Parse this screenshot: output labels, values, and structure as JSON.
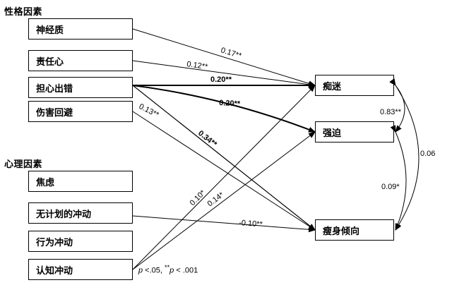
{
  "groups": {
    "personality": "性格因素",
    "psychological": "心理因素"
  },
  "predictors": {
    "neuroticism": "神经质",
    "responsibility": "责任心",
    "fear_of_mistakes": "担心出错",
    "harm_avoidance": "伤害回避",
    "anxiety": "焦虑",
    "unplanned_impulse": "无计划的冲动",
    "behavioral_impulse": "行为冲动",
    "cognitive_impulse": "认知冲动"
  },
  "outcomes": {
    "obsession": "痴迷",
    "compulsion": "强迫",
    "thinness": "瘦身倾向"
  },
  "coefficients": {
    "neuroticism_obsession": "0.17**",
    "responsibility_obsession": "0.12**",
    "fear_obsession": "0.20**",
    "fear_compulsion": "0.20**",
    "harm_thinness": "0.13**",
    "fear_thinness": "0.34**",
    "cognitive_obsession": "0.10*",
    "cognitive_compulsion": "0.14*",
    "unplanned_thinness": "-0.10**",
    "obsession_compulsion": "0.83**",
    "compulsion_thinness": "0.09*",
    "obsession_thinness": "0.06"
  },
  "note": {
    "p1": "p",
    "t1": " <.05, ",
    "stars": "**",
    "p2": "p",
    "t2": " < .001"
  }
}
